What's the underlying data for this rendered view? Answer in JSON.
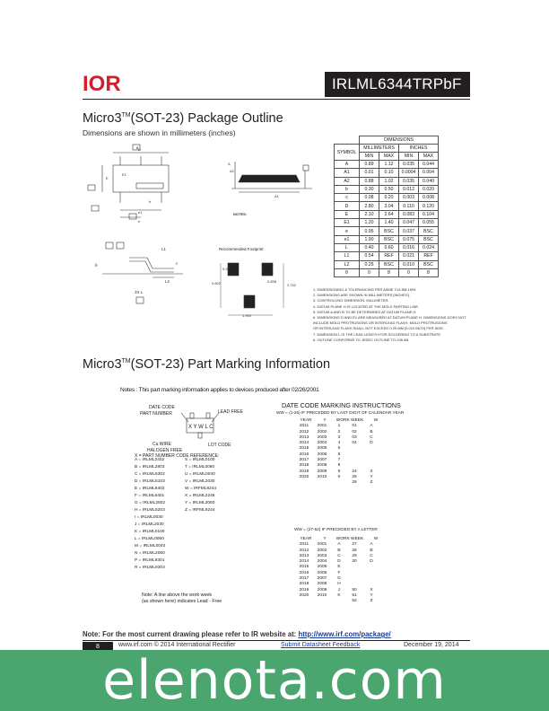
{
  "header": {
    "logo_text": "IOR",
    "part_number": "IRLML6344TRPbF"
  },
  "outline": {
    "title_pre": "Micro3",
    "title_tm": "TM",
    "title_post": "(SOT-23) Package Outline",
    "subtitle": "Dimensions are shown in millimeters (inches)",
    "footprint_title": "Recommended Footprint",
    "dim_table": {
      "title": "DIMENSIONS",
      "symbol_header": "SYMBOL",
      "mm_header": "MILLIMETERS",
      "in_header": "INCHES",
      "sub": [
        "MIN",
        "MAX",
        "MIN",
        "MAX"
      ],
      "rows": [
        [
          "A",
          "0.89",
          "1.12",
          "0.035",
          "0.044"
        ],
        [
          "A1",
          "0.01",
          "0.10",
          "0.0004",
          "0.004"
        ],
        [
          "A2",
          "0.88",
          "1.02",
          "0.035",
          "0.040"
        ],
        [
          "b",
          "0.30",
          "0.50",
          "0.012",
          "0.020"
        ],
        [
          "c",
          "0.08",
          "0.20",
          "0.003",
          "0.008"
        ],
        [
          "D",
          "2.80",
          "3.04",
          "0.110",
          "0.120"
        ],
        [
          "E",
          "2.10",
          "2.64",
          "0.083",
          "0.104"
        ],
        [
          "E1",
          "1.20",
          "1.40",
          "0.047",
          "0.055"
        ],
        [
          "e",
          "0.95",
          "BSC",
          "0.037",
          "BSC"
        ],
        [
          "e1",
          "1.90",
          "BSC",
          "0.075",
          "BSC"
        ],
        [
          "L",
          "0.40",
          "0.60",
          "0.016",
          "0.024"
        ],
        [
          "L1",
          "0.54",
          "REF",
          "0.021",
          "REF"
        ],
        [
          "L2",
          "0.25",
          "BSC",
          "0.010",
          "BSC"
        ],
        [
          "θ",
          "0",
          "8",
          "0",
          "8"
        ]
      ]
    },
    "notes": [
      "1. DIMENSIONING & TOLERANCING PER ASME Y14.5M-1994.",
      "2. DIMENSIONS ARE SHOWN IN MILLIMETERS [INCHES].",
      "3. CONTROLLING DIMENSION: MILLIMETER.",
      "4. DATUM PLANE H IS LOCATED AT THE MOLD PARTING LINE.",
      "5. DATUM A AND B TO BE DETERMINED AT DATUM PLANE H.",
      "6. DIMENSIONS D AND E1 ARE MEASURED AT DATUM PLANE H. DIMENSIONS DOES NOT",
      "   INCLUDE MOLD PROTRUSIONS OR INTERLEAD FLASH. MOLD PROTRUSIONS",
      "   OR INTERLEAD FLASH SHALL NOT EXCEED 0.25 MM [0.010 INCH] PER SIDE.",
      "7. DIMENSION L IS THE LEAD LENGTH FOR SOLDERING TO A SUBSTRATE.",
      "8. OUTLINE CONFORMS TO JEDEC OUTLINE TO-236 AB."
    ],
    "drawing_labels": {
      "e": "e",
      "e1": "e1",
      "b": "b",
      "d": "D",
      "e_body": "E",
      "e1_body": "E1",
      "a": "A",
      "a1": "A1",
      "a2": "A2",
      "c": "c",
      "l1": "L1",
      "l2": "L2",
      "l": "L",
      "theta": "θ",
      "three_x_l": "3X L",
      "notes_tag": "NOTES:",
      "fp_1": "0.972",
      "fp_2": "0.802",
      "fp_3": "0.838",
      "fp_4": "2.742",
      "fp_5": "1.900"
    }
  },
  "marking": {
    "title_pre": "Micro3",
    "title_tm": "TM",
    "title_post": "(SOT-23) Part Marking Information",
    "note": "Notes : This part marking information applies to devices produced after 02/26/2001",
    "chip_text": "X Y W L C",
    "labels": {
      "date_code": "DATE CODE",
      "part_number": "PART NUMBER",
      "lead_free": "LEAD FREE",
      "cu_wire": "Cu WIRE",
      "halogen_free": "HALOGEN FREE",
      "lot_code": "LOT CODE",
      "ref_title": "X = PART NUMBER CODE REFERENCE:"
    },
    "ref_list": [
      [
        "A = IRLML2402",
        "S = IRLML0100"
      ],
      [
        "B = IRLML2803",
        "T = IRLML0060"
      ],
      [
        "C = IRLML6302",
        "U = IRLML0040"
      ],
      [
        "D = IRLML5103",
        "V = IRLML2030"
      ],
      [
        "E = IRLML6402",
        "W = IRFML8244"
      ],
      [
        "F = IRLML6401",
        "X = IRLML2246"
      ],
      [
        "G = IRLML2502",
        "Y = IRLML2060"
      ],
      [
        "H = IRLML5203",
        "Z = IRFML9244"
      ],
      [
        "I = IRLML0030",
        ""
      ],
      [
        "J = IRLML2030",
        ""
      ],
      [
        "K = IRLML0100",
        ""
      ],
      [
        "L = IRLML0060",
        ""
      ],
      [
        "M = IRLML0040",
        ""
      ],
      [
        "N = IRLML2060",
        ""
      ],
      [
        "P = IRLML9301",
        ""
      ],
      [
        "R = IRLML9303",
        ""
      ]
    ],
    "ww_note_1": "Note: A line above the work week",
    "ww_note_2": "(as shown here) indicates Lead - Free",
    "date_code_title": "DATE CODE MARKING INSTRUCTIONS",
    "table1": {
      "caption": "WW = (1-26) IF PRECEDED BY LAST DIGIT OF CALENDAR YEAR",
      "headers": [
        "YEAR",
        "Y",
        "WORK WEEK",
        "W"
      ],
      "rows": [
        [
          "2011",
          "2001",
          "1",
          "01",
          "A"
        ],
        [
          "2012",
          "2002",
          "2",
          "02",
          "B"
        ],
        [
          "2013",
          "2003",
          "3",
          "03",
          "C"
        ],
        [
          "2014",
          "2004",
          "4",
          "04",
          "D"
        ],
        [
          "2015",
          "2005",
          "5",
          "",
          ""
        ],
        [
          "2016",
          "2006",
          "6",
          "",
          ""
        ],
        [
          "2017",
          "2007",
          "7",
          "",
          ""
        ],
        [
          "2018",
          "2008",
          "8",
          "",
          ""
        ],
        [
          "2019",
          "2009",
          "9",
          "24",
          "X"
        ],
        [
          "2020",
          "2010",
          "0",
          "25",
          "Y"
        ],
        [
          "",
          "",
          "",
          "26",
          "Z"
        ]
      ]
    },
    "table2": {
      "caption": "WW = (27-52) IF PRECEDED BY A LETTER",
      "headers": [
        "YEAR",
        "Y",
        "WORK WEEK",
        "W"
      ],
      "rows": [
        [
          "2011",
          "2001",
          "A",
          "27",
          "A"
        ],
        [
          "2012",
          "2002",
          "B",
          "28",
          "B"
        ],
        [
          "2013",
          "2003",
          "C",
          "29",
          "C"
        ],
        [
          "2014",
          "2004",
          "D",
          "30",
          "D"
        ],
        [
          "2015",
          "2005",
          "E",
          "",
          ""
        ],
        [
          "2016",
          "2006",
          "F",
          "",
          ""
        ],
        [
          "2017",
          "2007",
          "G",
          "",
          ""
        ],
        [
          "2018",
          "2008",
          "H",
          "",
          ""
        ],
        [
          "2019",
          "2009",
          "J",
          "50",
          "X"
        ],
        [
          "2020",
          "2010",
          "K",
          "51",
          "Y"
        ],
        [
          "",
          "",
          "",
          "52",
          "Z"
        ]
      ]
    }
  },
  "footer": {
    "note_prefix": "Note: For the most current drawing please refer to IR website at: ",
    "note_link": "http://www.irf.com/package/",
    "page_number": "8",
    "site": "www.irf.com © 2014 International Rectifier",
    "feedback": "Submit Datasheet Feedback",
    "date": "December 19, 2014"
  },
  "watermark": {
    "text": "elenota.com"
  },
  "colors": {
    "dark_box": "#231f20",
    "link": "#1b3f94",
    "logo_red": "#d0202e",
    "watermark_band": "#4aa56e"
  }
}
